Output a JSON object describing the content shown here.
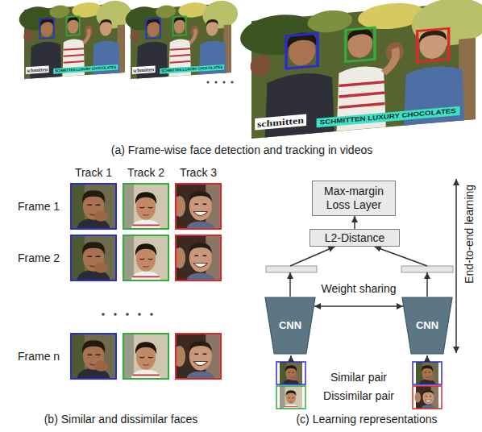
{
  "diagram": {
    "nodes": [
      {
        "text": [
          "Max-margin Loss Layer"
        ]
      },
      {
        "text": [
          "L2-Distance"
        ]
      },
      {
        "text": [
          "CNN"
        ]
      },
      {
        "text": [
          "CNN"
        ]
      }
    ],
    "edges": [
      {
        "from": 1,
        "to": 0,
        "arrow": "to"
      },
      {
        "from": 2,
        "to": 1,
        "arrow": "to"
      },
      {
        "from": 3,
        "to": 1,
        "arrow": "to"
      },
      {
        "from": 2,
        "to": 3,
        "label": "Weight sharing",
        "arrow": "both"
      }
    ],
    "labels": [
      "schmitten",
      "SCHMITTEN LUXURY CHOCOLATES",
      "schmitten",
      "SCHMITTEN LUXURY CHOCOLATES",
      "schmitten",
      "SCHMITTEN LUXURY CHOCOLATES",
      "(a) Frame-wise face detection and tracking in videos",
      "Track 1",
      "Track 2",
      "Track 3",
      "Frame 1",
      "Frame 2",
      "Frame n",
      "(b) Similar and dissimilar faces",
      "Similar pair",
      "Dissimilar pair",
      "End-to-end learning",
      "(c) Learning representations"
    ]
  }
}
